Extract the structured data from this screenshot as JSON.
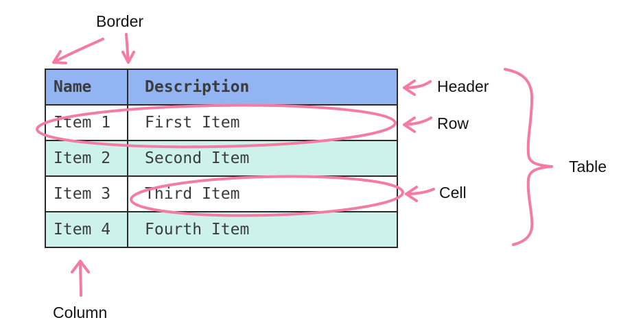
{
  "diagram": {
    "labels": {
      "border": "Border",
      "header": "Header",
      "row": "Row",
      "cell": "Cell",
      "table": "Table",
      "column": "Column"
    }
  },
  "table": {
    "columns": [
      "Name",
      "Description"
    ],
    "rows": [
      {
        "name": "Item 1",
        "description": "First Item"
      },
      {
        "name": "Item 2",
        "description": "Second Item"
      },
      {
        "name": "Item 3",
        "description": "Third Item"
      },
      {
        "name": "Item 4",
        "description": "Fourth Item"
      }
    ]
  },
  "colors": {
    "header-bg": "#92b4f2",
    "row-bg": "#ffffff",
    "row-alt-bg": "#ccf2eb",
    "annotation-pink": "#f47ca4",
    "border-color": "#2b2b2b",
    "text-color": "#3c3c3c",
    "label-color": "#141414",
    "page-bg": "#ffffff"
  }
}
